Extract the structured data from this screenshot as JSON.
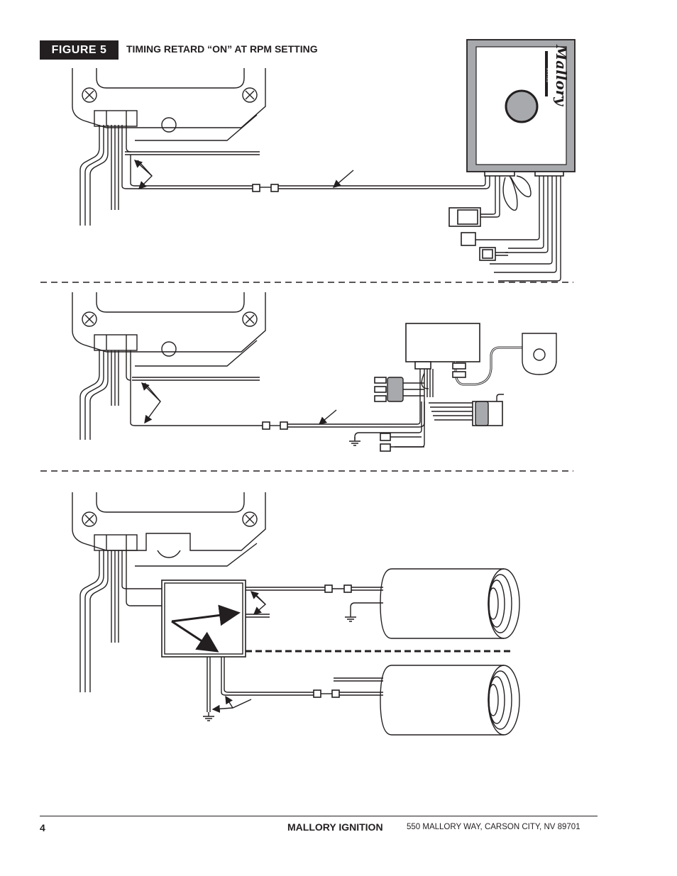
{
  "header": {
    "figure_label": "FIGURE 5",
    "caption": "TIMING RETARD “ON” AT RPM SETTING"
  },
  "control_unit": {
    "logo_text": "Mallory",
    "logo_subtext": "H Y F I R E"
  },
  "footer": {
    "page_number": "4",
    "company": "MALLORY IGNITION",
    "address": "550 MALLORY WAY, CARSON CITY, NV 89701"
  },
  "colors": {
    "ink": "#231f20",
    "badge_background": "#231f20",
    "badge_text": "#ffffff",
    "component_fill": "#a7a9ac"
  }
}
